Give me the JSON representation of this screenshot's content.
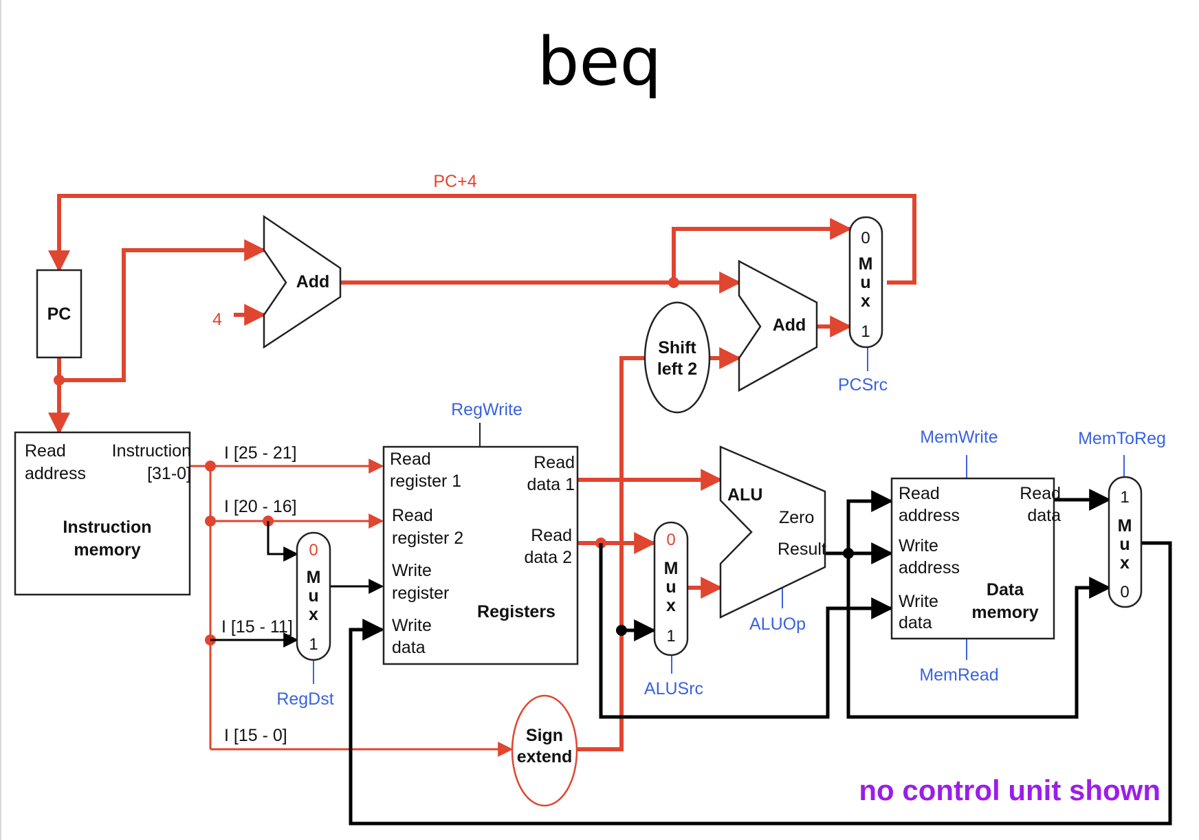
{
  "title": "beq",
  "note": "no control unit shown",
  "colors": {
    "active_path": "#e0452f",
    "inactive_path": "#000000",
    "control_signal": "#3a62e0",
    "note": "#9b1ee6"
  },
  "components": {
    "pc": "PC",
    "adder_pc": "Add",
    "adder_branch": "Add",
    "constant_four": "4",
    "pc_plus_4": "PC+4",
    "shift": {
      "line1": "Shift",
      "line2": "left 2"
    },
    "sign_extend": {
      "line1": "Sign",
      "line2": "extend"
    },
    "instruction_memory": {
      "read_label1": "Read",
      "read_label2": "address",
      "out_label1": "Instruction",
      "out_label2": "[31-0]",
      "name1": "Instruction",
      "name2": "memory"
    },
    "registers": {
      "rr1_a": "Read",
      "rr1_b": "register 1",
      "rr2_a": "Read",
      "rr2_b": "register 2",
      "wr_a": "Write",
      "wr_b": "register",
      "wd_a": "Write",
      "wd_b": "data",
      "rd1_a": "Read",
      "rd1_b": "data 1",
      "rd2_a": "Read",
      "rd2_b": "data 2",
      "name": "Registers"
    },
    "alu": {
      "name": "ALU",
      "zero": "Zero",
      "result": "Result"
    },
    "data_memory": {
      "ra_a": "Read",
      "ra_b": "address",
      "wa_a": "Write",
      "wa_b": "address",
      "wd_a": "Write",
      "wd_b": "data",
      "rd_a": "Read",
      "rd_b": "data",
      "name1": "Data",
      "name2": "memory"
    },
    "mux_letters": [
      "M",
      "u",
      "x"
    ],
    "mux_regdst": {
      "top": "0",
      "bottom": "1"
    },
    "mux_alusrc": {
      "top": "0",
      "bottom": "1"
    },
    "mux_pcsrc": {
      "top": "0",
      "bottom": "1"
    },
    "mux_memtoreg": {
      "top": "1",
      "bottom": "0"
    }
  },
  "instruction_fields": [
    "I [25 - 21]",
    "I [20 - 16]",
    "I [15 - 11]",
    "I [15 - 0]"
  ],
  "control_signals": {
    "regwrite": "RegWrite",
    "regdst": "RegDst",
    "alusrc": "ALUSrc",
    "aluop": "ALUOp",
    "memwrite": "MemWrite",
    "memread": "MemRead",
    "memtoreg": "MemToReg",
    "pcsrc": "PCSrc"
  }
}
